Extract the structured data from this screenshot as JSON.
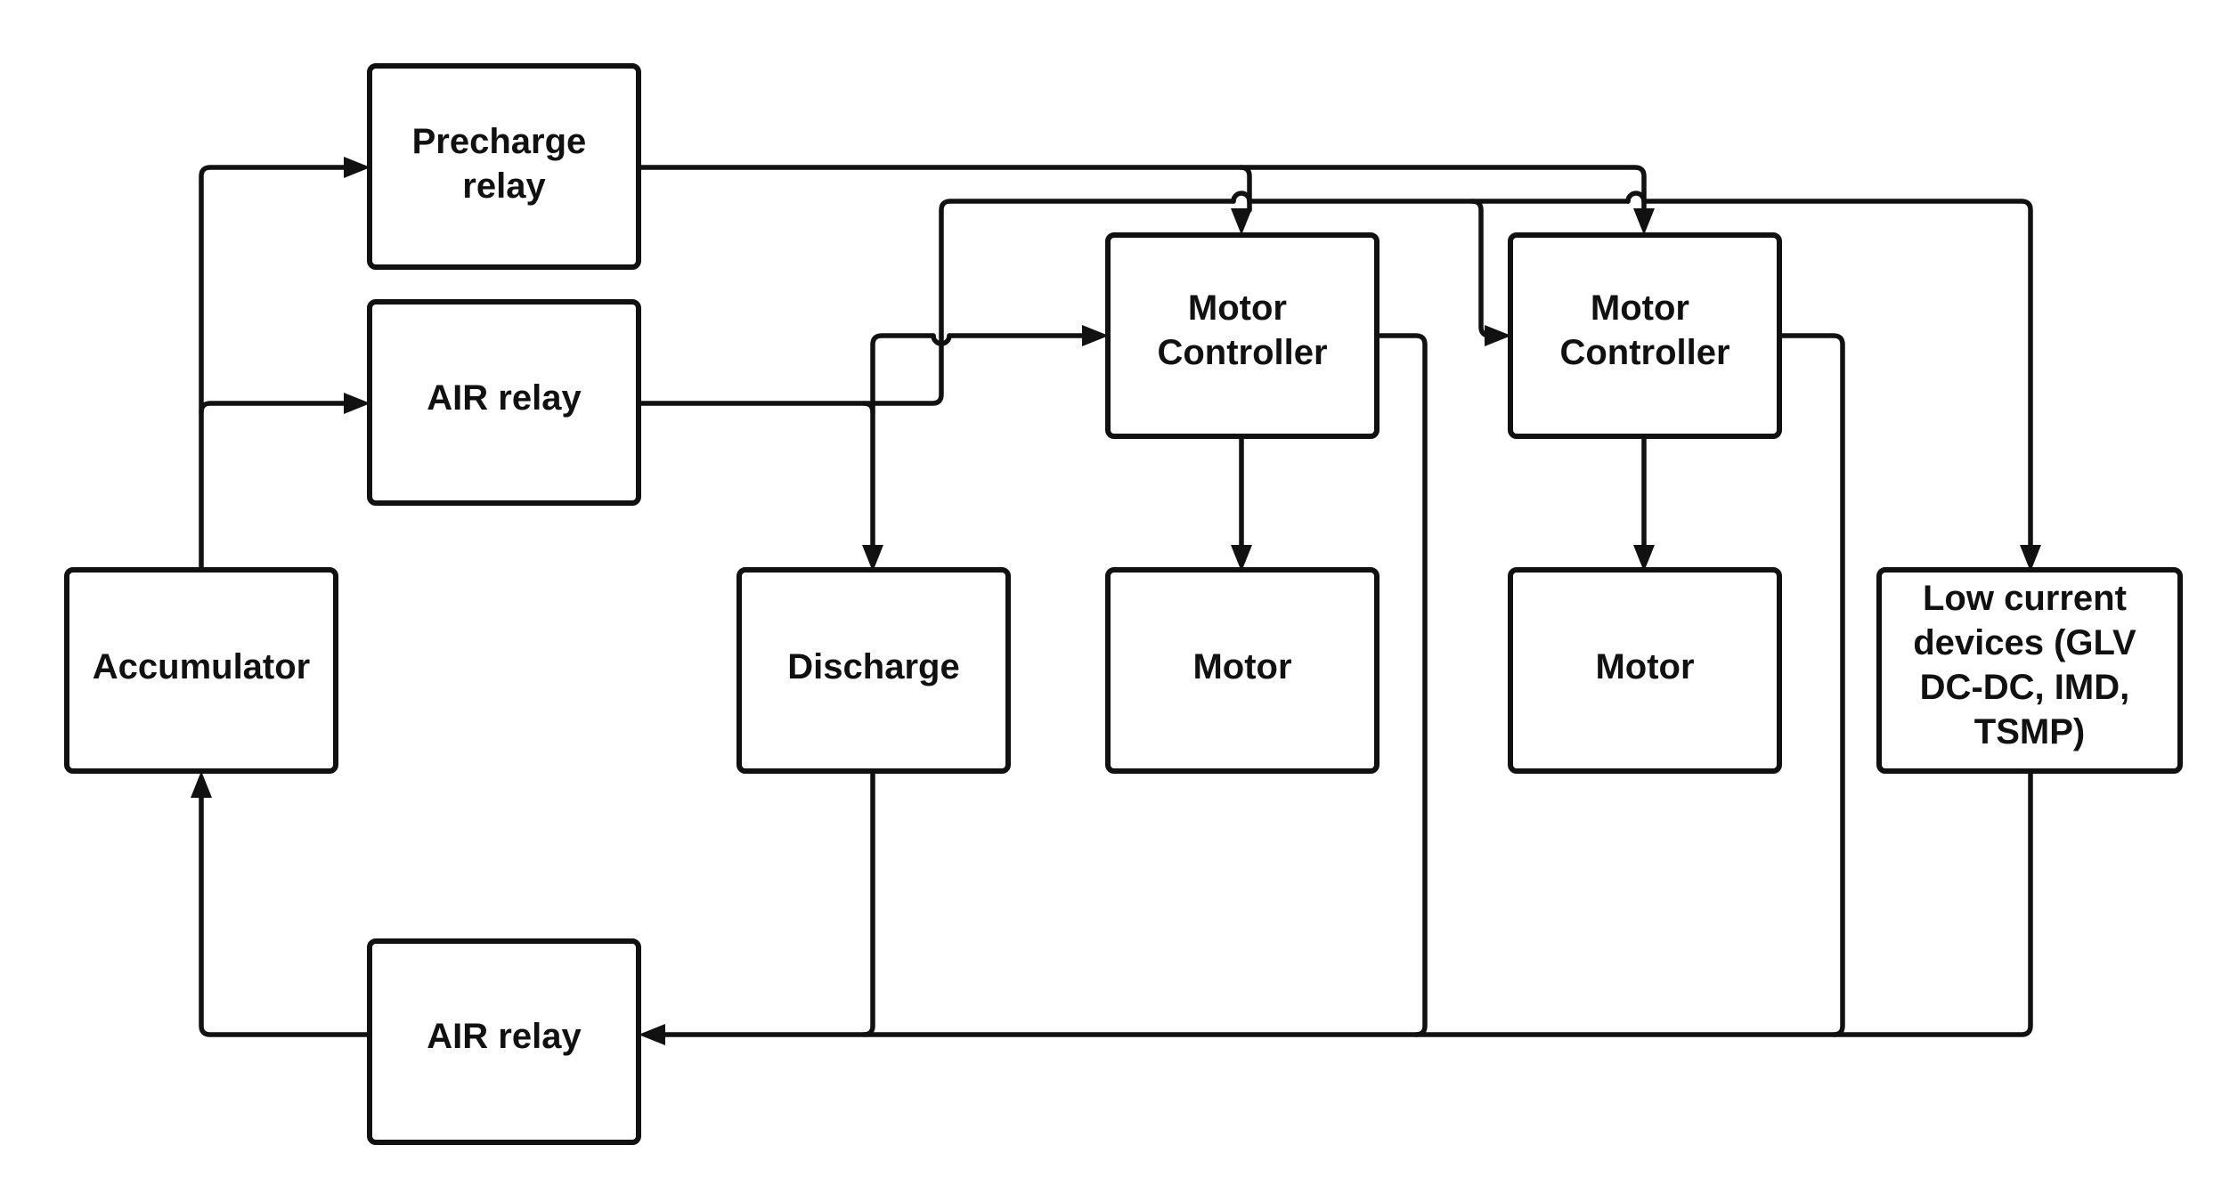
{
  "diagram": {
    "nodes": {
      "precharge_relay": {
        "lines": [
          "Precharge",
          "relay"
        ]
      },
      "air_relay_top": {
        "lines": [
          "AIR relay"
        ]
      },
      "accumulator": {
        "lines": [
          "Accumulator"
        ]
      },
      "air_relay_bottom": {
        "lines": [
          "AIR relay"
        ]
      },
      "discharge": {
        "lines": [
          "Discharge"
        ]
      },
      "motor_controller_1": {
        "lines": [
          "Motor",
          "Controller"
        ]
      },
      "motor_controller_2": {
        "lines": [
          "Motor",
          "Controller"
        ]
      },
      "motor_1": {
        "lines": [
          "Motor"
        ]
      },
      "motor_2": {
        "lines": [
          "Motor"
        ]
      },
      "low_current_devices": {
        "lines": [
          "Low current",
          "devices (GLV",
          "DC-DC, IMD,",
          "TSMP)"
        ]
      }
    },
    "connections": [
      {
        "from": "accumulator",
        "to": "precharge_relay"
      },
      {
        "from": "accumulator",
        "to": "air_relay_top"
      },
      {
        "from": "precharge_relay",
        "to": "motor_controller_1"
      },
      {
        "from": "precharge_relay",
        "to": "motor_controller_2"
      },
      {
        "from": "air_relay_top",
        "to": "motor_controller_1"
      },
      {
        "from": "air_relay_top",
        "to": "motor_controller_2"
      },
      {
        "from": "air_relay_top",
        "to": "low_current_devices"
      },
      {
        "from": "air_relay_top",
        "to": "discharge"
      },
      {
        "from": "motor_controller_1",
        "to": "motor_1"
      },
      {
        "from": "motor_controller_2",
        "to": "motor_2"
      },
      {
        "from": "discharge",
        "to": "air_relay_bottom"
      },
      {
        "from": "motor_controller_1",
        "to": "air_relay_bottom"
      },
      {
        "from": "motor_controller_2",
        "to": "air_relay_bottom"
      },
      {
        "from": "low_current_devices",
        "to": "air_relay_bottom"
      },
      {
        "from": "air_relay_bottom",
        "to": "accumulator"
      }
    ]
  }
}
